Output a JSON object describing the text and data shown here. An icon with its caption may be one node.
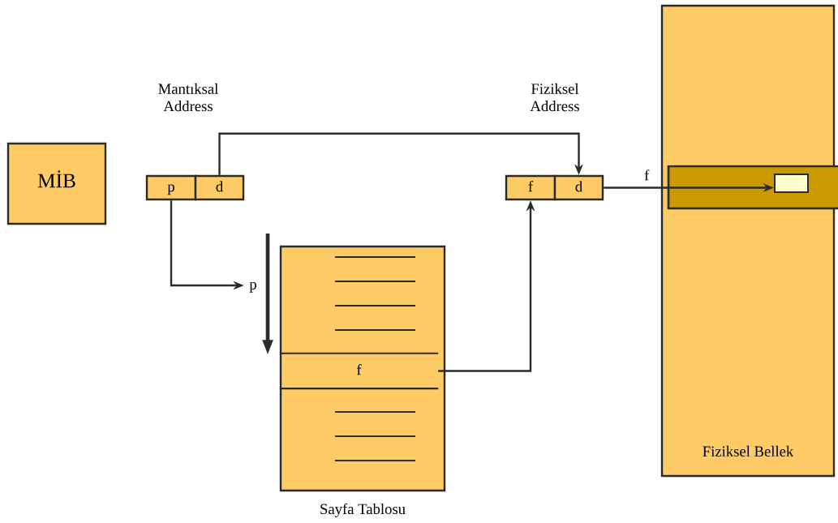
{
  "diagram": {
    "nodes": [
      {
        "text": [
          "MİB"
        ]
      },
      {
        "text": [
          "p"
        ]
      },
      {
        "text": [
          "d"
        ]
      },
      {
        "text": [
          "f"
        ]
      },
      {
        "text": [
          "d"
        ]
      },
      {
        "text": [
          "Sayfa Tablosu"
        ]
      },
      {
        "text": [
          "p"
        ]
      },
      {
        "text": [
          "f"
        ],
        "in": 5
      },
      {
        "text": [
          "Fiziksel Bellek"
        ]
      },
      {
        "text": [],
        "shape": "bar",
        "in": 8
      },
      {
        "text": [],
        "shape": "box",
        "in": 9
      }
    ],
    "edges": [
      {
        "from": 2,
        "to": 4,
        "arrow": "to"
      },
      {
        "from": 1,
        "to": 6,
        "arrow": "to"
      },
      {
        "from": 7,
        "to": 3,
        "arrow": "to"
      },
      {
        "from": 4,
        "to": 10,
        "arrow": "to",
        "label": "f"
      }
    ],
    "labels": [
      "Mantıksal Address",
      "Fiziksel Address"
    ]
  }
}
